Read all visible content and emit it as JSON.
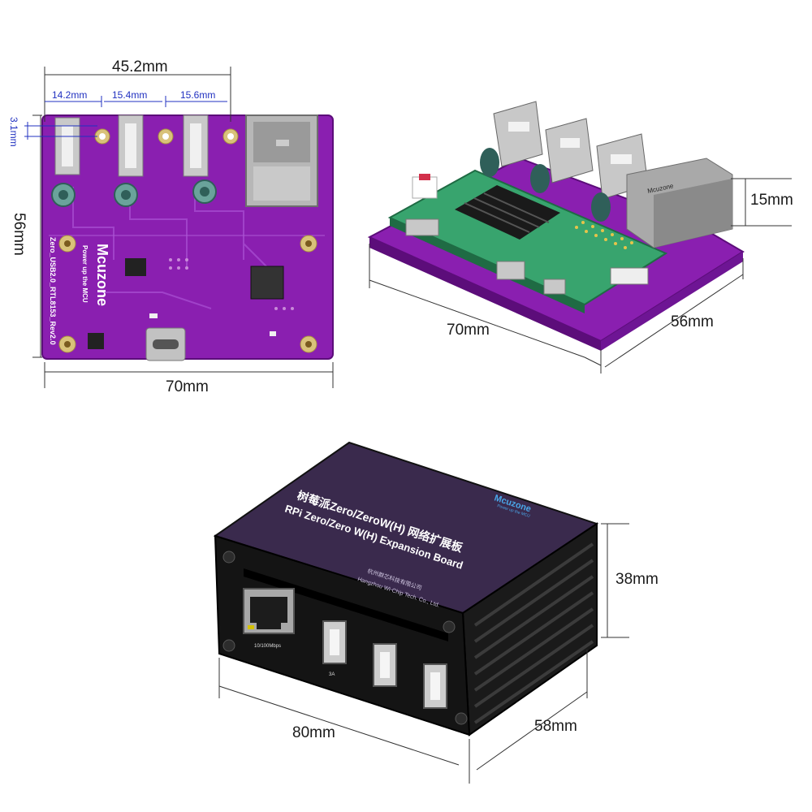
{
  "dimensions": {
    "top_board": {
      "total_width": "45.2mm",
      "spacing_1": "14.2mm",
      "spacing_2": "15.4mm",
      "spacing_3": "15.6mm",
      "offset": "3.1mm",
      "height": "56mm",
      "width": "70mm"
    },
    "iso_board": {
      "length": "70mm",
      "depth": "56mm",
      "height": "15mm"
    },
    "case": {
      "length": "80mm",
      "depth": "58mm",
      "height": "38mm"
    }
  },
  "board_silkscreen": {
    "brand": "Mcuzone",
    "tagline": "Power up the MCU",
    "model": "Zero_USB2.0_RTL8153_Rev2.0"
  },
  "case_label": {
    "title_cn": "树莓派Zero/ZeroW(H) 网络扩展板",
    "title_en": "RPi Zero/Zero W(H) Expansion Board",
    "company_cn": "杭州群芯科技有限公司",
    "company_en": "Hangzhou Wi-Chip Tech. Co., Ltd.",
    "brand": "Mcuzone",
    "tagline": "Power up the MCU"
  },
  "case_ports": {
    "ethernet_label": "10/100Mbps",
    "usb_label": "3A"
  }
}
